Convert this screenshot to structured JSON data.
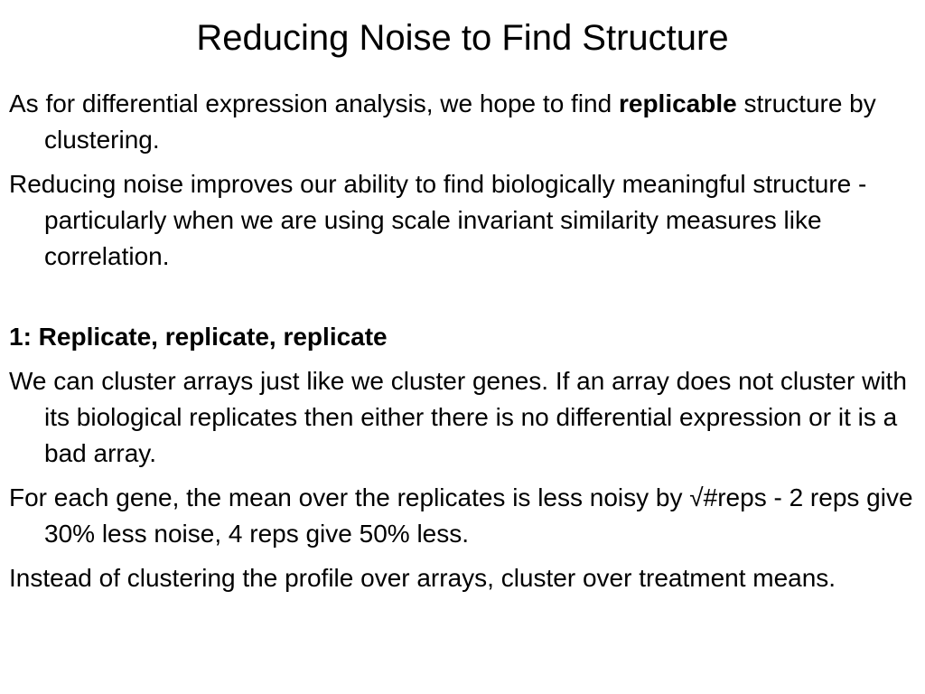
{
  "slide": {
    "title": "Reducing Noise to Find Structure",
    "p1": {
      "text_before": "As for differential expression analysis, we hope to find ",
      "bold": "replicable",
      "text_after": " structure by clustering."
    },
    "p2": "Reducing noise improves our ability to find biologically meaningful structure - particularly when we are using scale invariant similarity measures like correlation.",
    "section_heading": "1: Replicate, replicate, replicate",
    "p3": "We can cluster arrays just like we cluster genes.  If an array does not cluster with its biological replicates then either there is no differential expression or it is a bad array.",
    "p4": "For each gene, the mean over the replicates is less noisy by √#reps - 2 reps give 30% less noise, 4 reps give 50% less.",
    "p5": "Instead of clustering the profile over arrays, cluster over treatment means."
  }
}
